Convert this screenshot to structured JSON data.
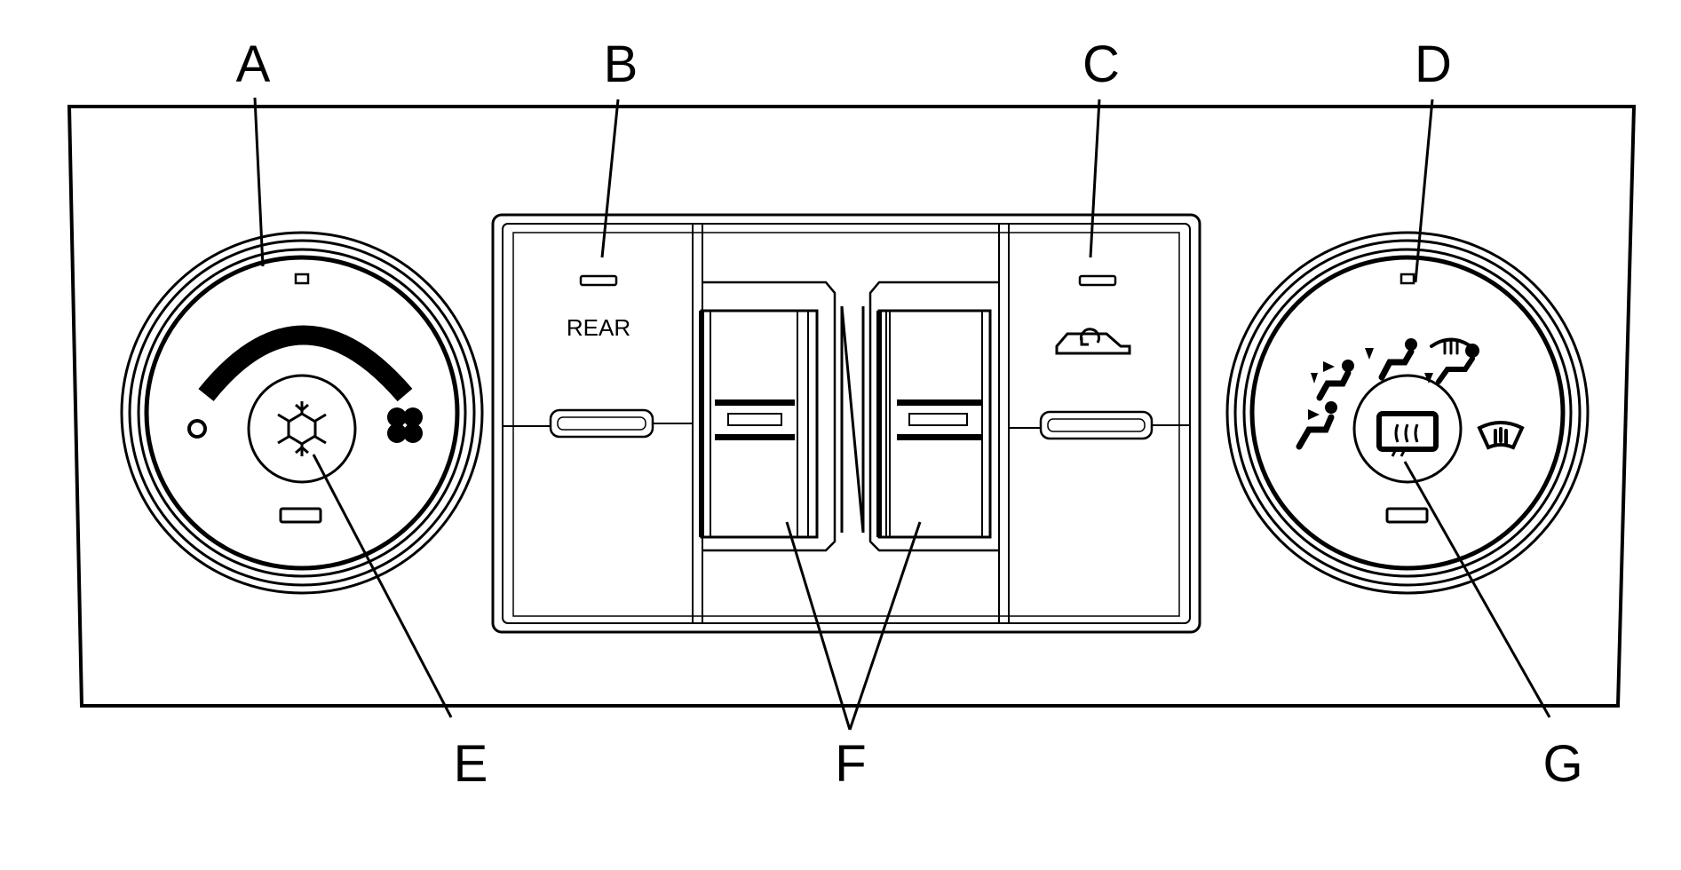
{
  "diagram": {
    "callouts": {
      "A": "A",
      "B": "B",
      "C": "C",
      "D": "D",
      "E": "E",
      "F": "F",
      "G": "G"
    },
    "rear_button_label": "REAR",
    "icons": [
      "snowflake-icon",
      "fan-off-circle-icon",
      "fan-high-icon",
      "recirculation-car-icon",
      "vent-mode-icon",
      "bi-level-mode-icon",
      "floor-mode-icon",
      "defog-floor-mode-icon",
      "defrost-windshield-icon",
      "rear-defrost-icon"
    ]
  }
}
